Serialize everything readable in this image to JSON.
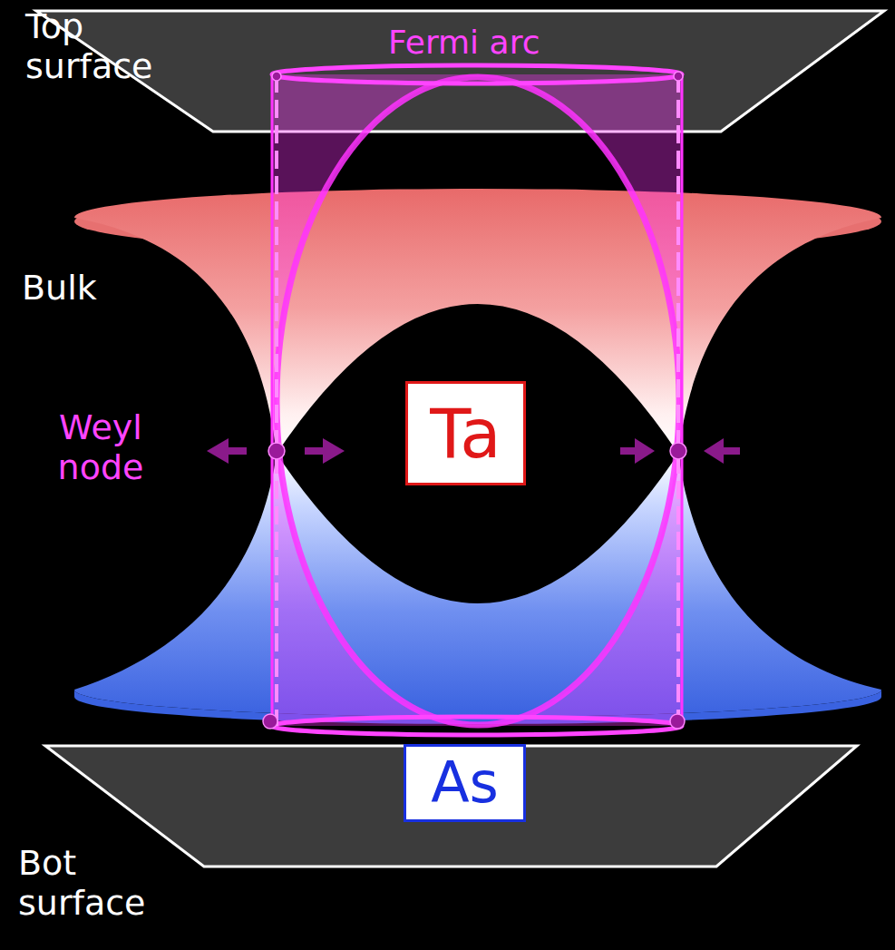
{
  "diagram": {
    "nodes": [
      {
        "text": [
          "Ta"
        ]
      },
      {
        "text": [
          "As"
        ]
      }
    ],
    "labels": [
      "Top surface",
      "Fermi arc",
      "Bulk",
      "Weyl node",
      "Bot surface"
    ]
  }
}
